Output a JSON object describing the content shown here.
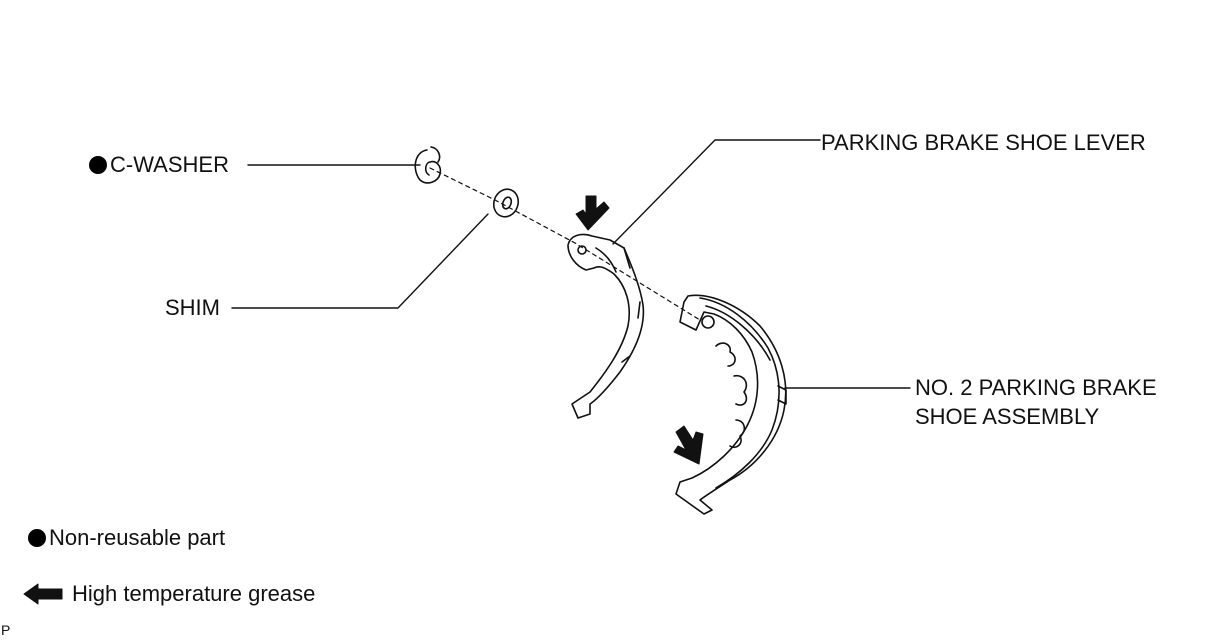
{
  "labels": {
    "c_washer": "C-WASHER",
    "shim": "SHIM",
    "parking_brake_shoe_lever": "PARKING BRAKE SHOE LEVER",
    "no2_shoe_assembly_line1": "NO. 2 PARKING BRAKE",
    "no2_shoe_assembly_line2": "SHOE ASSEMBLY"
  },
  "legend": {
    "non_reusable": "Non-reusable part",
    "grease": "High temperature grease"
  },
  "figure_code": "P",
  "icons": {
    "non_reusable_symbol": "filled-circle-icon",
    "grease_symbol": "black-arrow-icon"
  },
  "colors": {
    "ink": "#111111",
    "background": "#ffffff"
  }
}
